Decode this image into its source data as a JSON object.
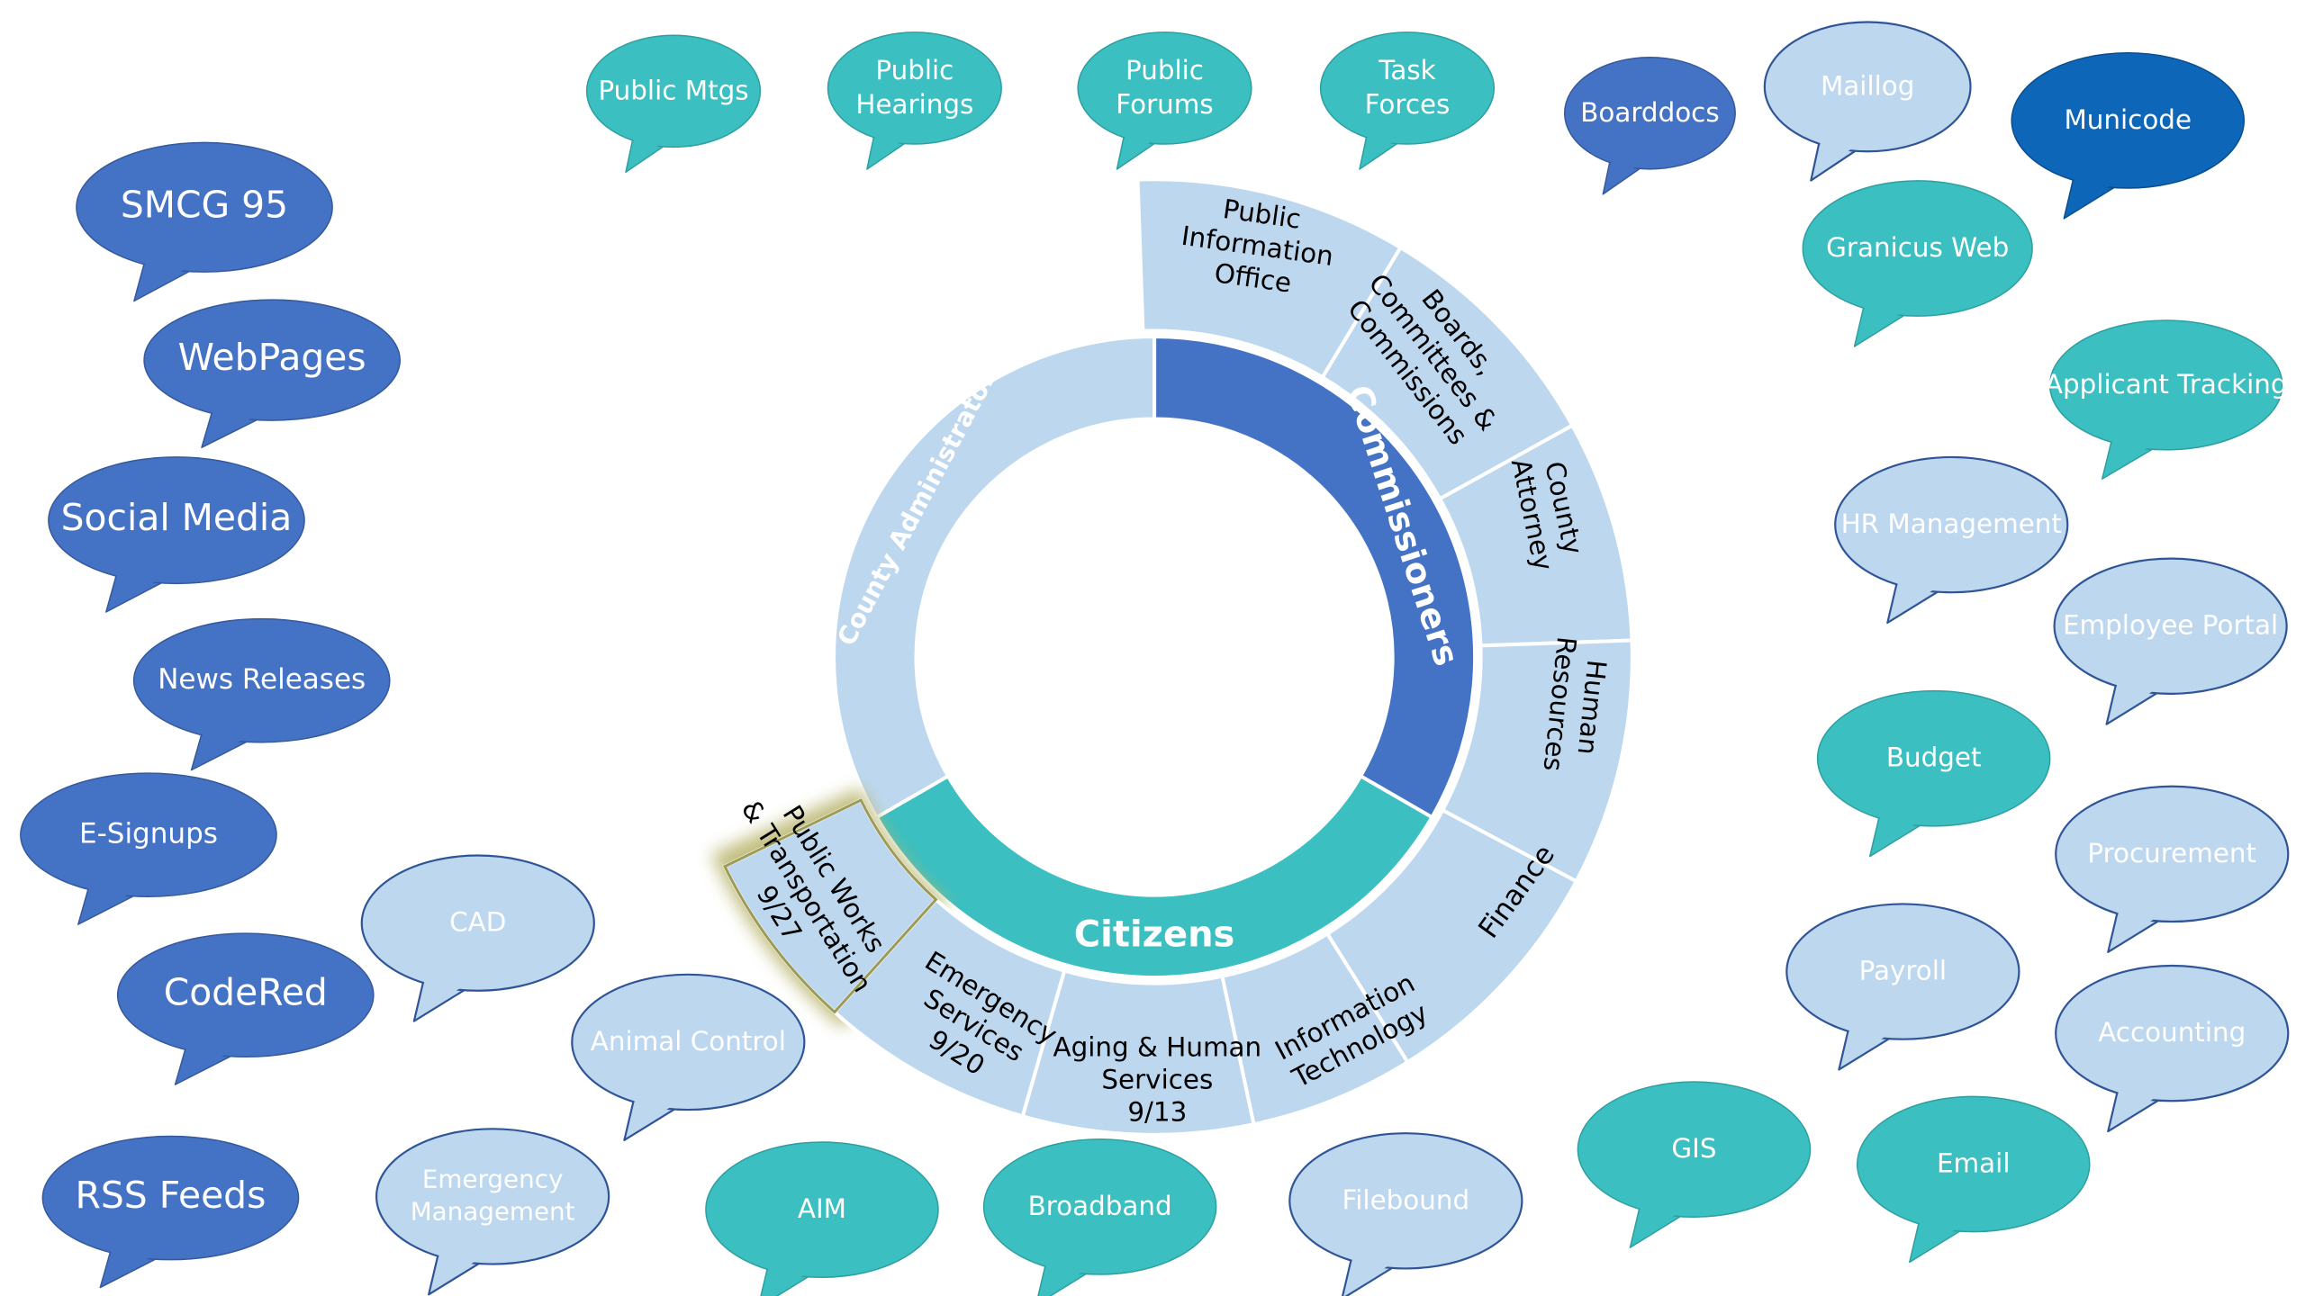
{
  "colors": {
    "dark_blue": "#4472C4",
    "darker_blue": "#0E66B8",
    "teal": "#3BBFC1",
    "light_blue": "#BDD7EE",
    "outline_light": "#2F5597",
    "text_on_light": "#000000",
    "text_on_dark": "#FFFFFF",
    "highlight_glow": "#B8B46A"
  },
  "wheel": {
    "inner": {
      "commissioners": "Commissioners",
      "citizens": "Citizens",
      "county_administrator": "County Administrator"
    },
    "outer": [
      {
        "key": "pio",
        "lines": [
          "Public",
          "Information",
          "Office"
        ]
      },
      {
        "key": "bcc",
        "lines": [
          "Boards,",
          "Committees &",
          "Commissions"
        ]
      },
      {
        "key": "county_attorney",
        "lines": [
          "County",
          "Attorney"
        ]
      },
      {
        "key": "human_resources",
        "lines": [
          "Human",
          "Resources"
        ]
      },
      {
        "key": "finance",
        "lines": [
          "Finance"
        ]
      },
      {
        "key": "it",
        "lines": [
          "Information",
          "Technology"
        ]
      },
      {
        "key": "aging",
        "lines": [
          "Aging & Human",
          "Services",
          "9/13"
        ]
      },
      {
        "key": "emergency_services",
        "lines": [
          "Emergency",
          "Services",
          "9/20"
        ]
      },
      {
        "key": "public_works",
        "lines": [
          "Public Works",
          "& Transportation",
          "9/27"
        ]
      }
    ]
  },
  "bubbles": [
    {
      "key": "public_mtgs",
      "lines": [
        "Public Mtgs"
      ],
      "style": "teal"
    },
    {
      "key": "public_hearings",
      "lines": [
        "Public",
        "Hearings"
      ],
      "style": "teal"
    },
    {
      "key": "public_forums",
      "lines": [
        "Public",
        "Forums"
      ],
      "style": "teal"
    },
    {
      "key": "task_forces",
      "lines": [
        "Task",
        "Forces"
      ],
      "style": "teal"
    },
    {
      "key": "boarddocs",
      "lines": [
        "Boarddocs"
      ],
      "style": "dark"
    },
    {
      "key": "maillog",
      "lines": [
        "Maillog"
      ],
      "style": "light"
    },
    {
      "key": "municode",
      "lines": [
        "Municode"
      ],
      "style": "darker"
    },
    {
      "key": "granicus_web",
      "lines": [
        "Granicus Web"
      ],
      "style": "teal"
    },
    {
      "key": "applicant_tracking",
      "lines": [
        "Applicant Tracking"
      ],
      "style": "teal"
    },
    {
      "key": "hr_management",
      "lines": [
        "HR Management"
      ],
      "style": "light"
    },
    {
      "key": "employee_portal",
      "lines": [
        "Employee Portal"
      ],
      "style": "light"
    },
    {
      "key": "budget",
      "lines": [
        "Budget"
      ],
      "style": "teal"
    },
    {
      "key": "procurement",
      "lines": [
        "Procurement"
      ],
      "style": "light"
    },
    {
      "key": "payroll",
      "lines": [
        "Payroll"
      ],
      "style": "light"
    },
    {
      "key": "accounting",
      "lines": [
        "Accounting"
      ],
      "style": "light"
    },
    {
      "key": "gis",
      "lines": [
        "GIS"
      ],
      "style": "teal"
    },
    {
      "key": "email",
      "lines": [
        "Email"
      ],
      "style": "teal"
    },
    {
      "key": "filebound",
      "lines": [
        "Filebound"
      ],
      "style": "light"
    },
    {
      "key": "broadband",
      "lines": [
        "Broadband"
      ],
      "style": "teal"
    },
    {
      "key": "aim",
      "lines": [
        "AIM"
      ],
      "style": "teal"
    },
    {
      "key": "emergency_management",
      "lines": [
        "Emergency",
        "Management"
      ],
      "style": "light"
    },
    {
      "key": "animal_control",
      "lines": [
        "Animal Control"
      ],
      "style": "light"
    },
    {
      "key": "cad",
      "lines": [
        "CAD"
      ],
      "style": "light"
    },
    {
      "key": "smcg95",
      "lines": [
        "SMCG 95"
      ],
      "style": "dark"
    },
    {
      "key": "webpages",
      "lines": [
        "WebPages"
      ],
      "style": "dark"
    },
    {
      "key": "social_media",
      "lines": [
        "Social Media"
      ],
      "style": "dark"
    },
    {
      "key": "news_releases",
      "lines": [
        "News Releases"
      ],
      "style": "dark"
    },
    {
      "key": "esignups",
      "lines": [
        "E-Signups"
      ],
      "style": "dark"
    },
    {
      "key": "codered",
      "lines": [
        "CodeRed"
      ],
      "style": "dark"
    },
    {
      "key": "rss_feeds",
      "lines": [
        "RSS Feeds"
      ],
      "style": "dark"
    }
  ]
}
